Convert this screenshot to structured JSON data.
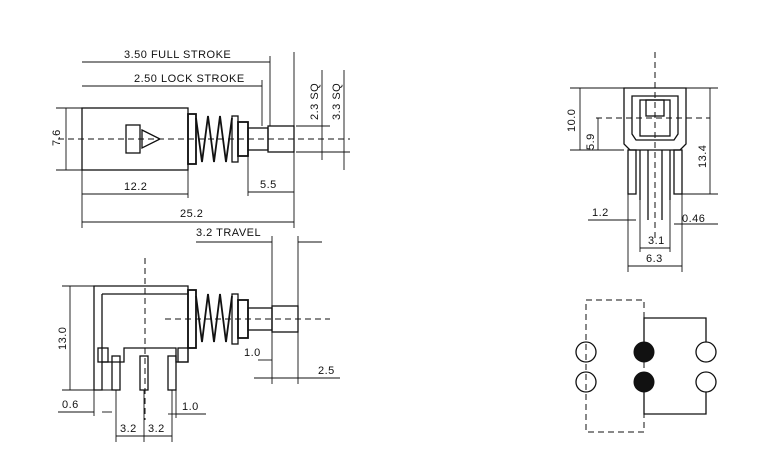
{
  "side_view": {
    "full_stroke": "3.50 FULL STROKE",
    "lock_stroke": "2.50 LOCK STROKE",
    "sq_small": "2.3 SQ",
    "sq_large": "3.3 SQ",
    "height": "7.6",
    "body_length": "12.2",
    "shaft_length": "5.5",
    "total_length": "25.2"
  },
  "front_view": {
    "height_inner": "10.0",
    "height_total": "13.4",
    "center_height": "5.9",
    "pin_left": "1.2",
    "pin_thickness": "0.46",
    "pin_spacing": "3.1",
    "width": "6.3"
  },
  "lower_view": {
    "travel": "3.2 TRAVEL",
    "height": "13.0",
    "offset_a": "1.0",
    "offset_b": "2.5",
    "pin_width": "0.6",
    "pin_pitch_left": "3.2",
    "pin_pitch_right": "3.2",
    "pin_gap": "1.0"
  },
  "schematic": {
    "filled_color": "#111111",
    "open_color": "#ffffff"
  }
}
